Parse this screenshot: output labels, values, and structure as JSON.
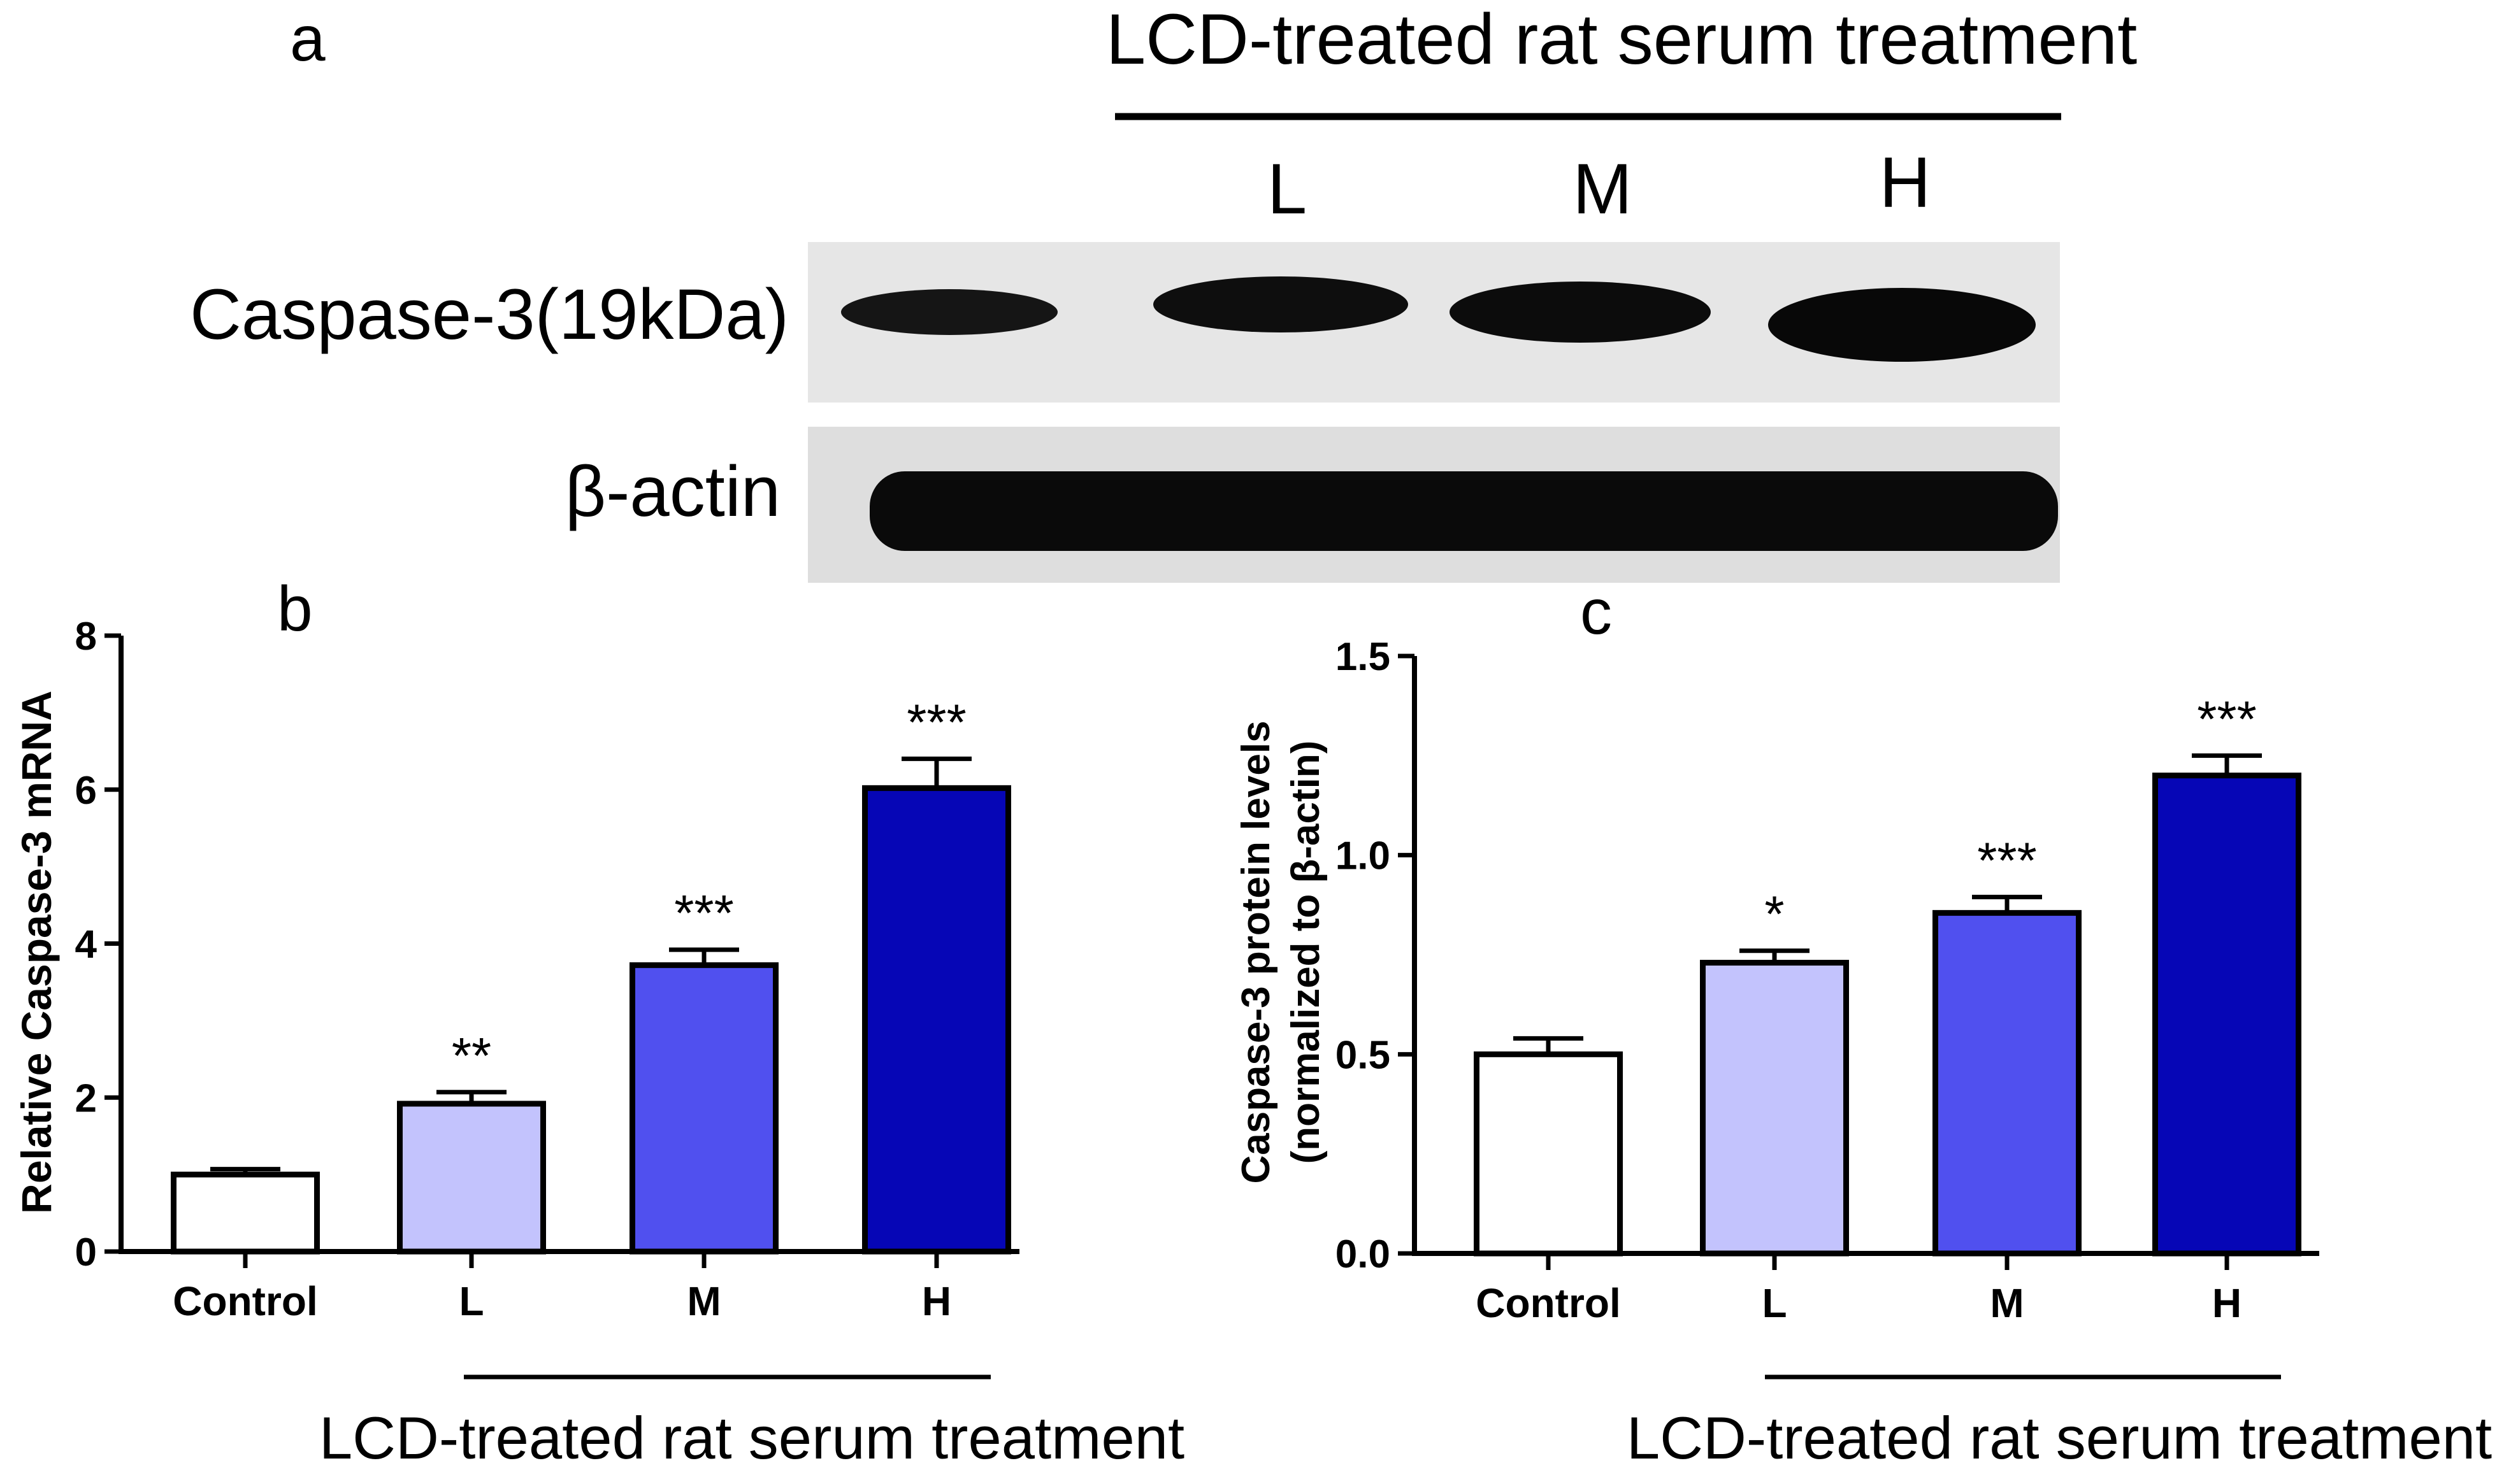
{
  "panel_a": {
    "letter": "a",
    "treatment_label": "LCD-treated rat serum treatment",
    "lane_labels": [
      "L",
      "M",
      "H"
    ],
    "row_labels": [
      "Caspase-3(19kDa)",
      "β-actin"
    ]
  },
  "colors": {
    "Control": "#ffffff",
    "L": "#c3c3fd",
    "M": "#5050ef",
    "H": "#0606b6",
    "outline": "#000000"
  },
  "chart_data": [
    {
      "type": "bar",
      "panel_letter": "b",
      "categories": [
        "Control",
        "L",
        "M",
        "H"
      ],
      "values": [
        1.0,
        1.92,
        3.72,
        6.02
      ],
      "errors": [
        0.07,
        0.15,
        0.2,
        0.38
      ],
      "significance": [
        "",
        "**",
        "***",
        "***"
      ],
      "title": "",
      "xlabel": "LCD-treated rat serum treatment",
      "ylabel": "Relative Caspase-3 mRNA",
      "ylim": [
        0,
        8
      ],
      "yticks": [
        "0",
        "2",
        "4",
        "6",
        "8"
      ],
      "grid": false
    },
    {
      "type": "bar",
      "panel_letter": "c",
      "categories": [
        "Control",
        "L",
        "M",
        "H"
      ],
      "values": [
        0.5,
        0.73,
        0.855,
        1.2
      ],
      "errors": [
        0.04,
        0.03,
        0.04,
        0.05
      ],
      "significance": [
        "",
        "*",
        "***",
        "***"
      ],
      "title": "",
      "xlabel": "LCD-treated rat serum treatment",
      "ylabel": "Caspase-3 protein levels",
      "ylabel2": "(normalized to β-actin)",
      "ylim": [
        0,
        1.5
      ],
      "yticks": [
        "0.0",
        "0.5",
        "1.0",
        "1.5"
      ],
      "grid": false
    }
  ]
}
